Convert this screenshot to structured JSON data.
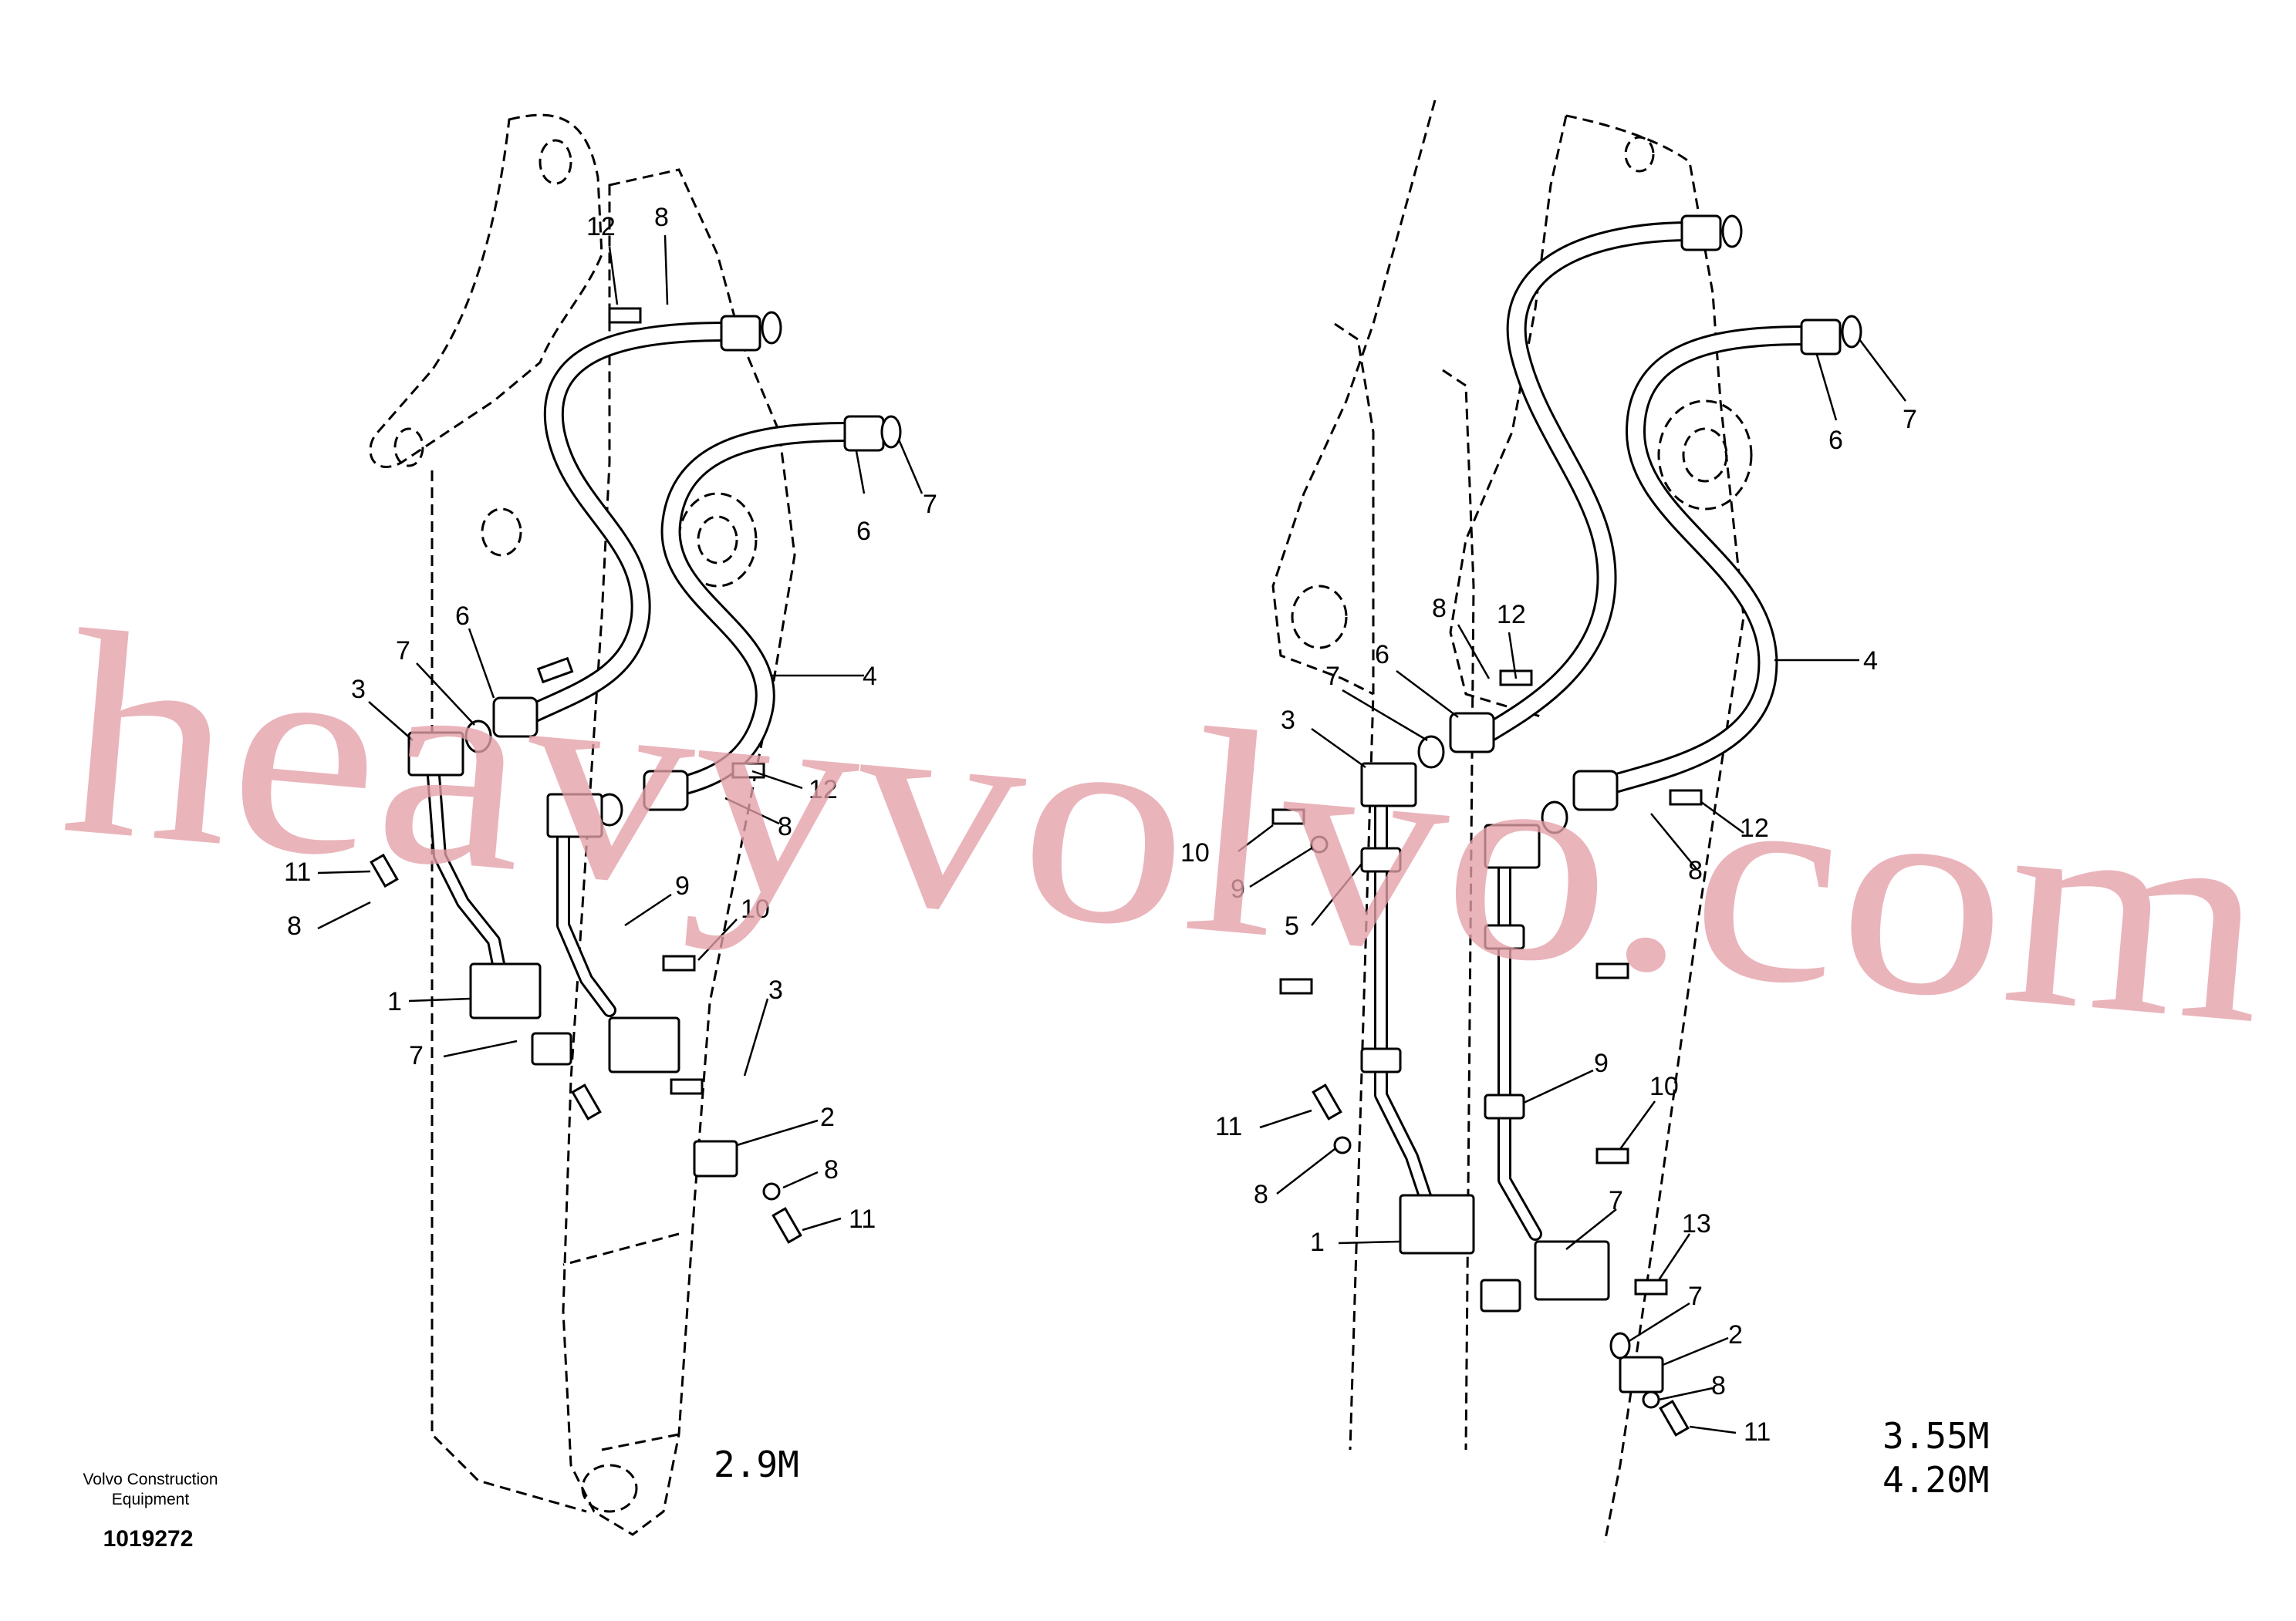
{
  "watermark": "heavyvolvo.com",
  "company": {
    "line1": "Volvo Construction",
    "line2": "Equipment"
  },
  "reference_number": "1019272",
  "variant_left": "2.9M",
  "variant_right_1": "3.55M",
  "variant_right_2": "4.20M",
  "callouts_left": [
    "12",
    "8",
    "6",
    "7",
    "6",
    "7",
    "3",
    "4",
    "12",
    "8",
    "11",
    "8",
    "9",
    "10",
    "1",
    "3",
    "7",
    "2",
    "8",
    "11"
  ],
  "callouts_right": [
    "6",
    "7",
    "12",
    "8",
    "6",
    "7",
    "3",
    "4",
    "10",
    "9",
    "12",
    "8",
    "5",
    "9",
    "10",
    "11",
    "8",
    "7",
    "1",
    "13",
    "7",
    "2",
    "8",
    "11"
  ]
}
